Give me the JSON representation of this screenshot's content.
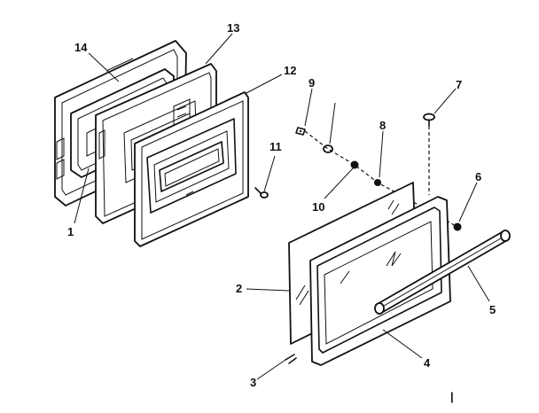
{
  "diagram": {
    "labels": {
      "p1": "1",
      "p2": "2",
      "p3": "3",
      "p4": "4",
      "p5": "5",
      "p6": "6",
      "p7": "7",
      "p8": "8",
      "p9": "9",
      "p10": "10",
      "p11": "11",
      "p12": "12",
      "p13": "13",
      "p14": "14"
    },
    "stray_mark": "|"
  }
}
